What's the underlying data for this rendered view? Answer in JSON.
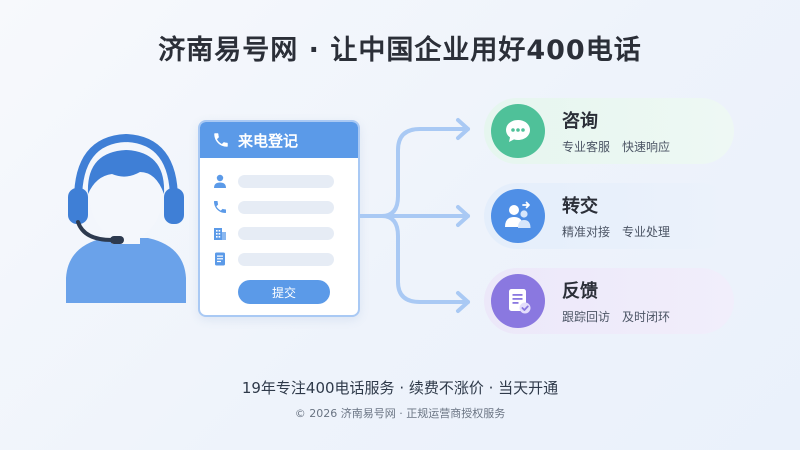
{
  "title": "济南易号网 · 让中国企业用好400电话",
  "form": {
    "header": "来电登记",
    "fields": [
      "person",
      "phone",
      "building",
      "document"
    ],
    "submit_label": "提交"
  },
  "services": [
    {
      "name": "咨询",
      "tags": [
        "专业客服",
        "快速响应"
      ],
      "icon": "chat-bubble-icon",
      "color": "#4fc199"
    },
    {
      "name": "转交",
      "tags": [
        "精准对接",
        "专业处理"
      ],
      "icon": "users-transfer-icon",
      "color": "#4f8fe6"
    },
    {
      "name": "反馈",
      "tags": [
        "跟踪回访",
        "及时闭环"
      ],
      "icon": "checklist-icon",
      "color": "#8a78e0"
    }
  ],
  "footer": {
    "tagline": "19年专注400电话服务 · 续费不涨价 · 当天开通",
    "copyright": "© 2026 济南易号网 · 正规运营商授权服务"
  },
  "colors": {
    "primary": "#5b9ae8",
    "agent": "#4a86d8"
  }
}
